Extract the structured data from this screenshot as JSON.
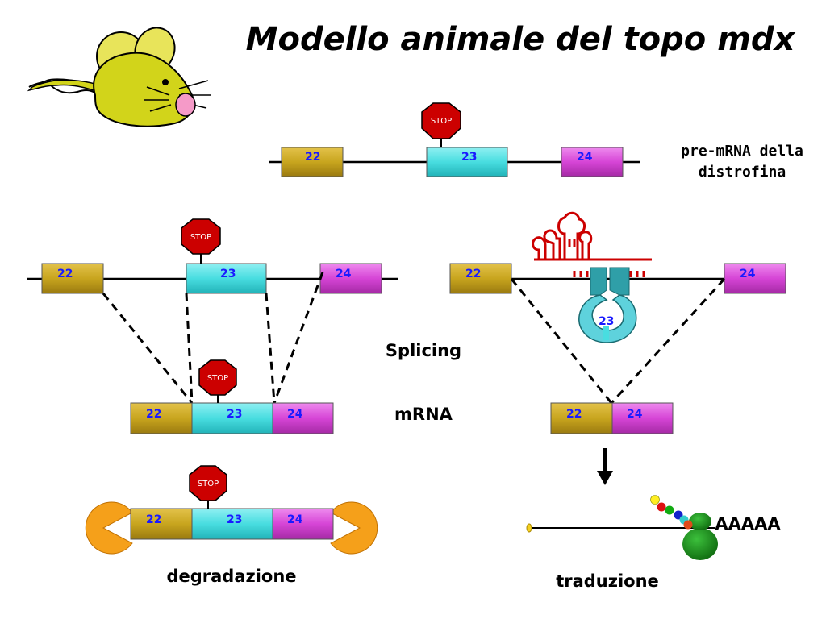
{
  "title": "Modello animale del topo mdx",
  "labels": {
    "premrna_line1": "pre-mRNA della",
    "premrna_line2": "distrofina",
    "splicing": "Splicing",
    "mrna": "mRNA",
    "degradazione": "degradazione",
    "traduzione": "traduzione",
    "polya": "AAAAA"
  },
  "stop_label": "STOP",
  "exons": {
    "e22": "22",
    "e23": "23",
    "e24": "24"
  },
  "colors": {
    "exon22": "#c8a51e",
    "exon23": "#48dde0",
    "exon24": "#d645d6",
    "stop_sign": "#cc0000",
    "nuclease": "#f5a01a",
    "ribosome": "#1a8a1a",
    "mouse_body": "#d2d41a",
    "mouse_nose": "#f59ac8",
    "u1_snrna": "#cc0000",
    "spliceosome": "#2f9fa8"
  },
  "icons": {
    "mouse": "mouse-icon",
    "stop": "stop-sign-icon",
    "arrow": "arrow-down-icon",
    "nuclease": "nuclease-pacman-icon",
    "ribosome": "ribosome-icon",
    "snrna": "u1-snrna-icon"
  }
}
